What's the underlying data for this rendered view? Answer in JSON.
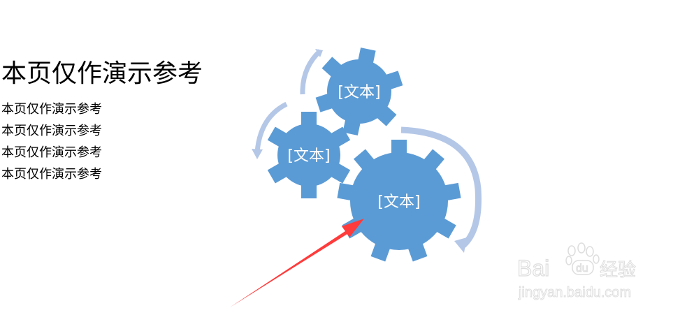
{
  "slide": {
    "title": "本页仅作演示参考",
    "bullets": [
      "本页仅作演示参考",
      "本页仅作演示参考",
      "本页仅作演示参考",
      "本页仅作演示参考"
    ]
  },
  "gears": [
    {
      "label": "[文本]",
      "position": "top"
    },
    {
      "label": "[文本]",
      "position": "left"
    },
    {
      "label": "[文本]",
      "position": "bottom-right-large"
    }
  ],
  "colors": {
    "gear_fill": "#5b9bd5",
    "cycle_arrow": "#b4c7e7",
    "annotation_arrow": "#ff3b3b"
  },
  "watermark": {
    "brand": "Baidu经验",
    "url": "jingyan.baidu.com"
  }
}
